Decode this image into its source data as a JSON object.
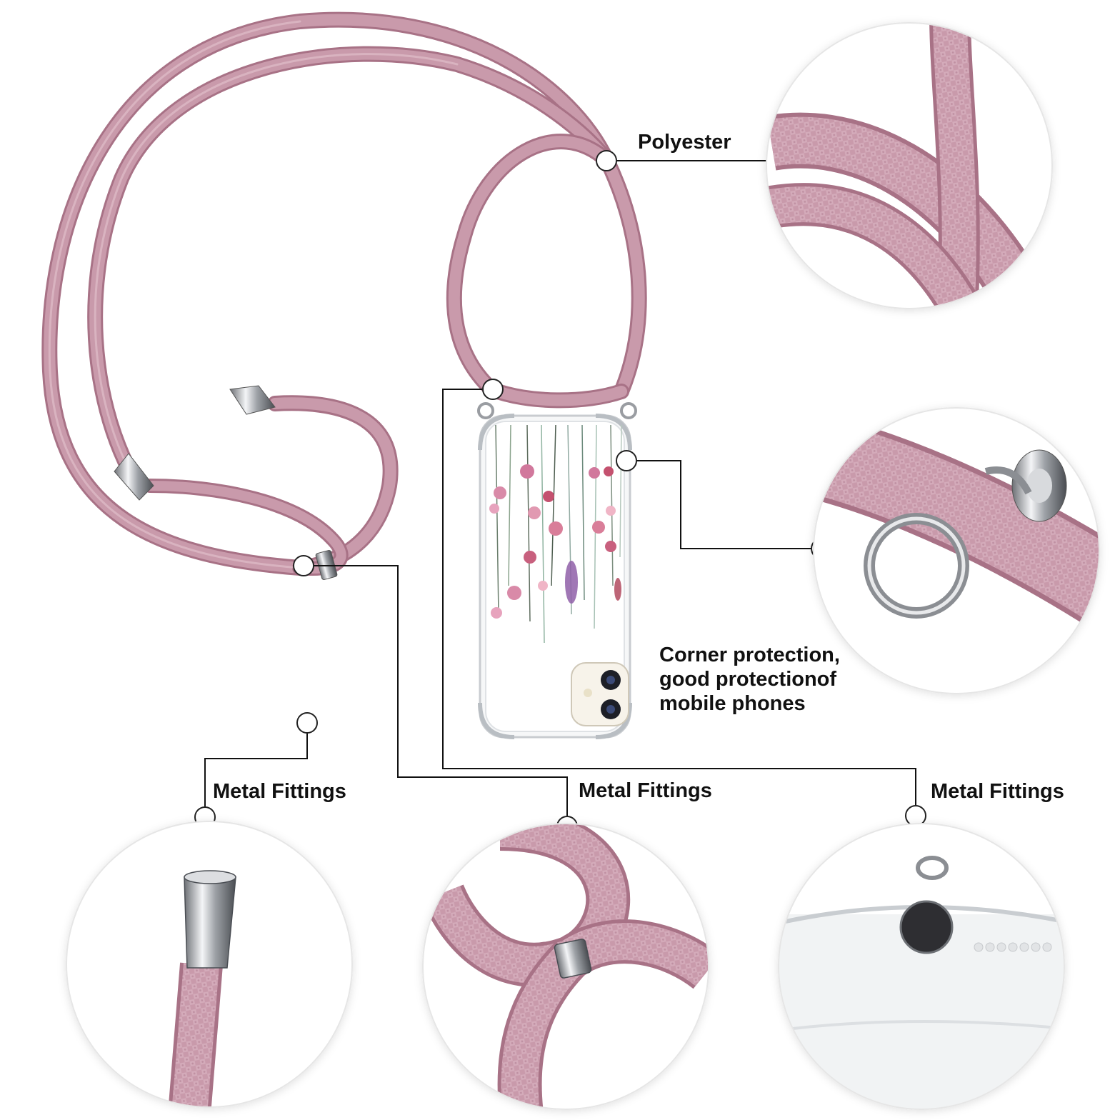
{
  "labels": {
    "polyester": "Polyester",
    "corner_protection": [
      "Corner protection,",
      "good protectionof",
      "mobile phones"
    ],
    "metal_fittings_left": "Metal Fittings",
    "metal_fittings_center": "Metal Fittings",
    "metal_fittings_right": "Metal Fittings"
  },
  "colors": {
    "cord": "#c99aab",
    "cord_dark": "#a87286",
    "cord_light": "#e4c4cf",
    "metal": "#b9bcc0",
    "callout_line": "#111111",
    "background": "#ffffff"
  },
  "icons": [
    "cord-icon",
    "phone-case-icon",
    "metal-cap-icon",
    "slider-ring-icon",
    "split-ring-icon",
    "camera-icon",
    "flower-vines-icon"
  ]
}
